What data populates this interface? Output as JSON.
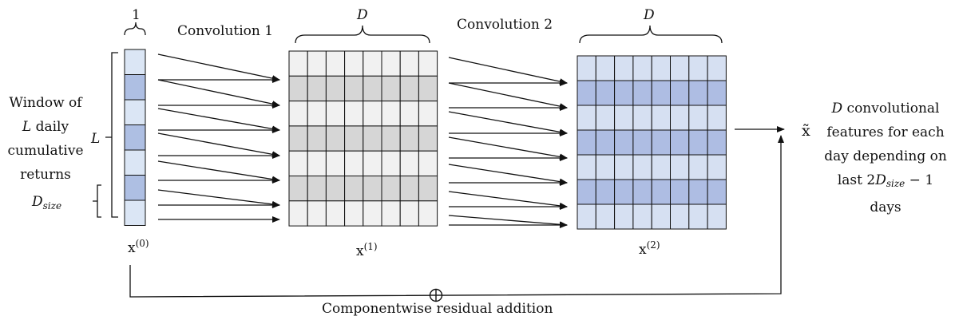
{
  "labels": {
    "top_one": "1",
    "top_d1": "D",
    "top_d2": "D",
    "conv1": "Convolution 1",
    "conv2": "Convolution 2",
    "L": "L",
    "dsize_main": "D",
    "dsize_sub": "size",
    "x_base": "x",
    "x0_sup": "(0)",
    "x1_sup": "(1)",
    "x2_sup": "(2)",
    "xtilde": "x̃",
    "residual": "Componentwise residual addition",
    "oplus": "⊕"
  },
  "left_text": {
    "line1": "Window of",
    "line2_var": "L",
    "line2_rest": " daily",
    "line3": "cumulative",
    "line4": "returns"
  },
  "right_text": {
    "line1_var": "D",
    "line1_rest": " convolutional",
    "line2": "features for each",
    "line3": "day depending on",
    "line4_pre": "last 2",
    "line4_var": "D",
    "line4_sub": "size",
    "line4_post": " − 1",
    "line5": "days"
  },
  "colors": {
    "input_light": "#dbe6f5",
    "input_dark": "#aebfe3",
    "x1_light": "#f1f1f1",
    "x1_dark": "#d6d6d6",
    "x2_light": "#d6e0f2",
    "x2_dark": "#aebde3",
    "stroke": "#111111"
  },
  "input_rows": [
    0,
    1,
    0,
    1,
    0,
    1,
    0
  ],
  "x1_rows": [
    0,
    1,
    0,
    1,
    0,
    1,
    0
  ],
  "x2_rows": [
    0,
    1,
    0,
    1,
    0,
    1,
    0
  ]
}
